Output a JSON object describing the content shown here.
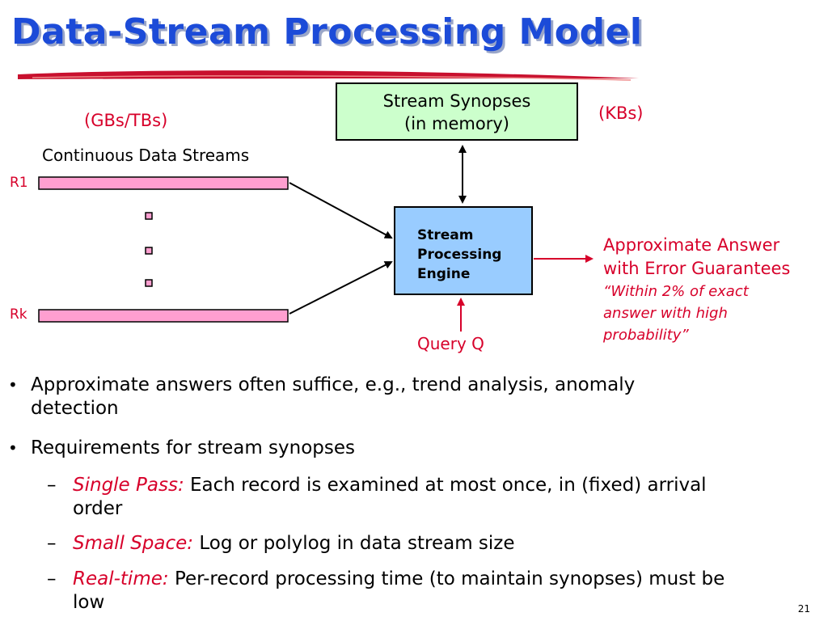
{
  "slide": {
    "title": "Data-Stream Processing Model",
    "page_number": "21"
  },
  "diagram": {
    "gbs_label": "(GBs/TBs)",
    "kbs_label": "(KBs)",
    "streams_label": "Continuous Data Streams",
    "stream_first": "R1",
    "stream_last": "Rk",
    "synopses_line1": "Stream Synopses",
    "synopses_line2": "(in memory)",
    "engine_line1": "Stream",
    "engine_line2": "Processing",
    "engine_line3": "Engine",
    "query": "Query Q",
    "answer_line1": "Approximate Answer",
    "answer_line2": "with Error Guarantees",
    "quote_line1": "“Within 2% of exact",
    "quote_line2": "answer with high",
    "quote_line3": "probability”",
    "colors": {
      "title_blue": "#1c4bd8",
      "stream_pink": "#ff9fd0",
      "synopses_green": "#ccffcc",
      "engine_blue": "#99ccff",
      "accent_red": "#d7002a"
    }
  },
  "bullets": {
    "b1_line1": "Approximate answers often suffice, e.g., trend analysis, anomaly",
    "b1_line2": "detection",
    "b2": "Requirements for stream synopses",
    "sub1_label": "Single Pass:",
    "sub1_line1": " Each record is examined at most once, in (fixed) arrival",
    "sub1_line2": "order",
    "sub2_label": "Small Space:",
    "sub2_text": " Log or polylog in data stream size",
    "sub3_label": "Real-time:",
    "sub3_line1": " Per-record processing time (to maintain synopses) must be",
    "sub3_line2": "low"
  }
}
